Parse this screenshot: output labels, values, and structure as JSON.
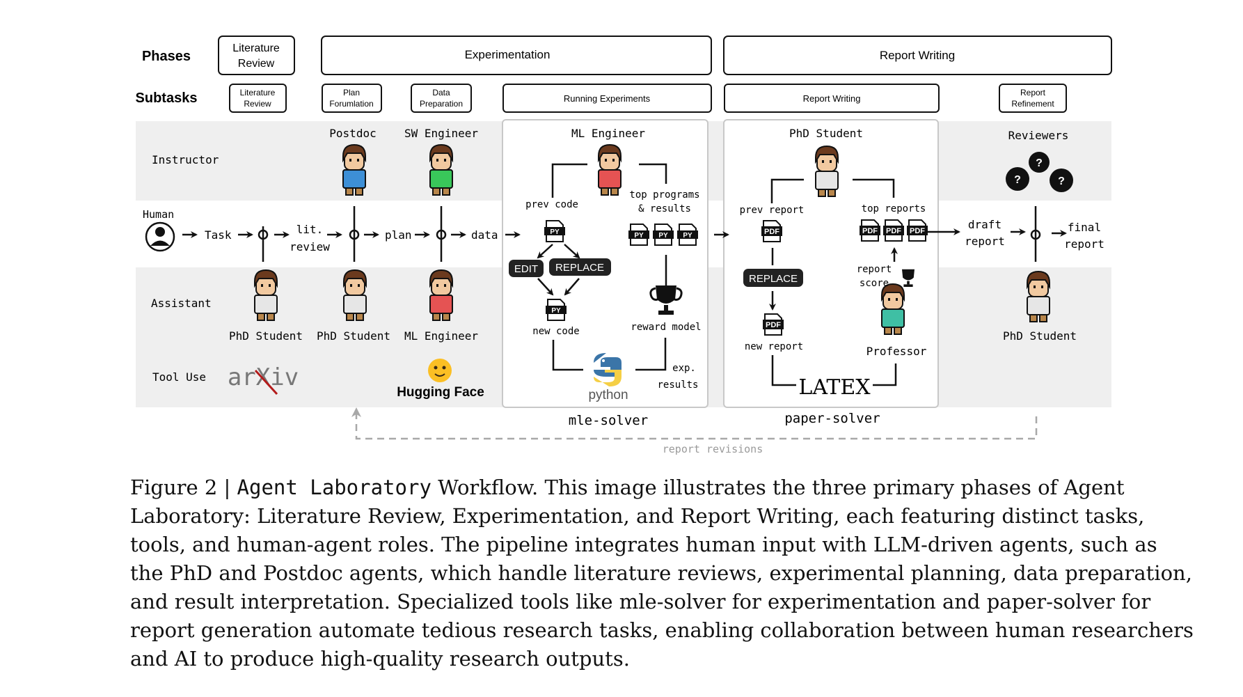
{
  "header": {
    "phases_label": "Phases",
    "subtasks_label": "Subtasks"
  },
  "phases": [
    {
      "label_lines": [
        "Literature",
        "Review"
      ]
    },
    {
      "label": "Experimentation"
    },
    {
      "label": "Report Writing"
    }
  ],
  "subtasks": [
    {
      "label_lines": [
        "Literature",
        "Review"
      ]
    },
    {
      "label_lines": [
        "Plan",
        "Forumlation"
      ]
    },
    {
      "label_lines": [
        "Data",
        "Preparation"
      ]
    },
    {
      "label": "Running Experiments"
    },
    {
      "label": "Report Writing"
    },
    {
      "label_lines": [
        "Report",
        "Refinement"
      ]
    }
  ],
  "rows": {
    "instructor": "Instructor",
    "human": "Human",
    "assistant": "Assistant",
    "tool_use": "Tool Use"
  },
  "roles": {
    "postdoc": "Postdoc",
    "sw_engineer": "SW Engineer",
    "ml_engineer_top": "ML Engineer",
    "phd_student_top": "PhD Student",
    "reviewers": "Reviewers",
    "phd_student_1": "PhD Student",
    "phd_student_2": "PhD Student",
    "ml_engineer_bottom": "ML Engineer",
    "professor": "Professor",
    "phd_student_3": "PhD Student"
  },
  "flow": {
    "task": "Task",
    "lit": "lit.",
    "review": "review",
    "plan": "plan",
    "data": "data",
    "draft": "draft",
    "report": "report",
    "final": "final",
    "final_report": "report"
  },
  "mle": {
    "prev_code": "prev code",
    "top_programs": "top programs",
    "and_results": "& results",
    "edit": "EDIT",
    "replace": "REPLACE",
    "new_code": "new code",
    "reward_model": "reward model",
    "exp": "exp.",
    "results": "results",
    "py": "PY",
    "python": "python",
    "solver": "mle-solver"
  },
  "paper": {
    "prev_report": "prev report",
    "top_reports": "top reports",
    "replace": "REPLACE",
    "report_score_1": "report",
    "report_score_2": "score",
    "new_report": "new report",
    "pdf": "PDF",
    "latex": "LATEX",
    "solver": "paper-solver"
  },
  "tools": {
    "arxiv": "arXiv",
    "hugging_face": "Hugging Face"
  },
  "feedback": "report revisions",
  "caption": {
    "prefix": "Figure 2 | ",
    "code": "Agent Laboratory",
    "lines": [
      " Workflow. This image illustrates the three primary phases of Agent",
      "Laboratory: Literature Review, Experimentation, and Report Writing, each featuring distinct tasks,",
      "tools, and human-agent roles. The pipeline integrates human input with LLM-driven agents, such as",
      "the PhD and Postdoc agents, which handle literature reviews, experimental planning, data preparation,",
      "and result interpretation. Specialized tools like mle-solver for experimentation and paper-solver for",
      "report generation automate tedious research tasks, enabling collaboration between human researchers",
      "and AI to produce high-quality research outputs."
    ]
  },
  "colors": {
    "row_bg": "#efefef",
    "solver_bg": "#ffffff",
    "ink": "#111111",
    "arrow_gray": "#a8a8a8",
    "python_blue": "#3b75a8",
    "python_yellow": "#f5cf45",
    "hf_yellow": "#fbbf24",
    "arxiv_red": "#b31b1b"
  }
}
